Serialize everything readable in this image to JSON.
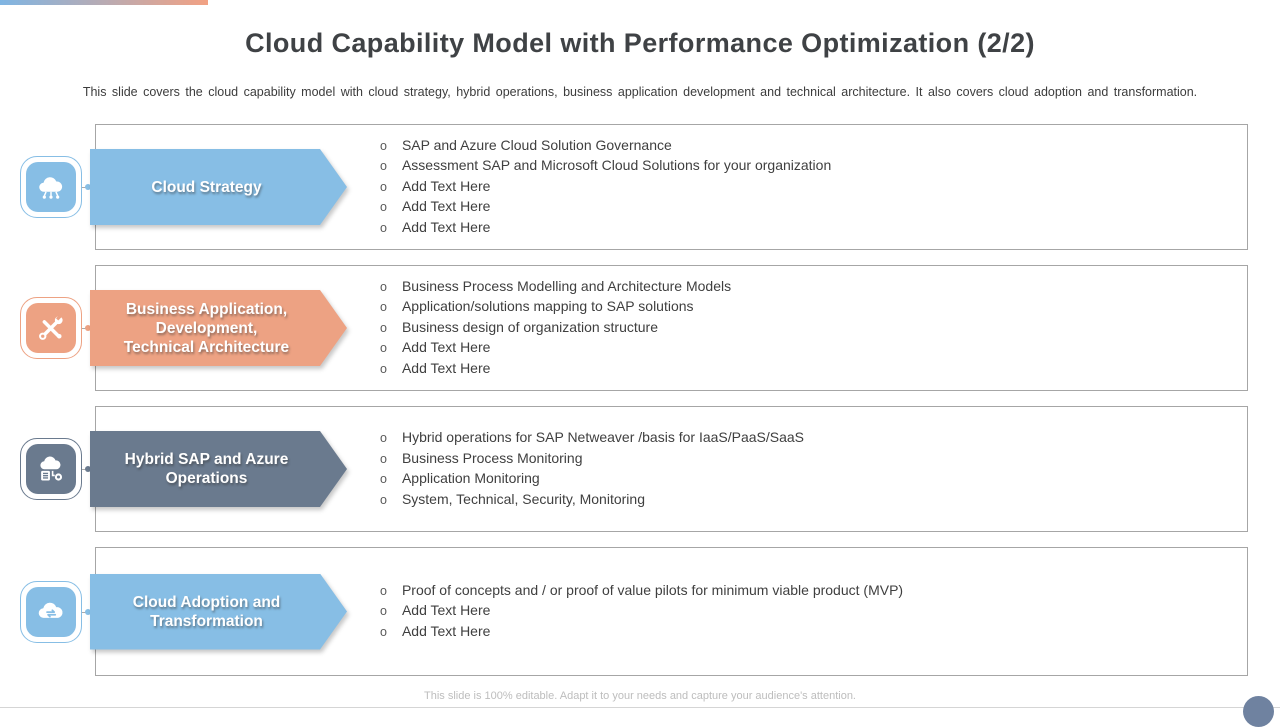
{
  "slide": {
    "title": "Cloud Capability Model with Performance Optimization (2/2)",
    "subtitle": "This slide covers the cloud capability model with cloud strategy, hybrid operations, business application development and technical architecture. It also covers cloud adoption and transformation.",
    "footer_note": "This slide is 100% editable. Adapt it to your needs and capture your audience's attention.",
    "top_bar": {
      "gradient_left": "#7FB5E3",
      "gradient_right": "#F2A183"
    },
    "corner_circle_color": "#6F82A0"
  },
  "colors": {
    "blue": "#87BEE5",
    "salmon": "#EDA283",
    "slate": "#6A7A8E",
    "title_text": "#3F4245",
    "body_text": "#3F3F3F",
    "box_border": "#A6A6A6"
  },
  "rows": [
    {
      "name": "cloud-strategy",
      "color": "#87BEE5",
      "icon": "cloud-network-icon",
      "lines": [
        "Cloud Strategy"
      ],
      "bullets": [
        "SAP and Azure Cloud Solution Governance",
        "Assessment SAP and Microsoft Cloud Solutions for your organization",
        "Add Text Here",
        "Add Text Here",
        "Add Text Here"
      ]
    },
    {
      "name": "business-application-development-technical-architecture",
      "color": "#EDA283",
      "icon": "crossed-tools-icon",
      "lines": [
        "Business Application,",
        "Development,",
        "Technical Architecture"
      ],
      "bullets": [
        "Business Process Modelling and Architecture Models",
        "Application/solutions mapping to SAP solutions",
        "Business design of organization structure",
        "Add Text Here",
        "Add Text Here"
      ]
    },
    {
      "name": "hybrid-sap-and-azure-operations",
      "color": "#6A7A8E",
      "icon": "hybrid-cloud-server-icon",
      "lines": [
        "Hybrid SAP and Azure",
        "Operations"
      ],
      "bullets": [
        "Hybrid operations for SAP Netweaver /basis for IaaS/PaaS/SaaS",
        "Business Process Monitoring",
        "Application Monitoring",
        "System, Technical, Security, Monitoring"
      ]
    },
    {
      "name": "cloud-adoption-and-transformation",
      "color": "#87BEE5",
      "icon": "cloud-sync-icon",
      "lines": [
        "Cloud Adoption and",
        "Transformation"
      ],
      "bullets": [
        "Proof of concepts and / or proof of value pilots for minimum viable product (MVP)",
        "Add Text Here",
        "Add Text Here"
      ]
    }
  ]
}
